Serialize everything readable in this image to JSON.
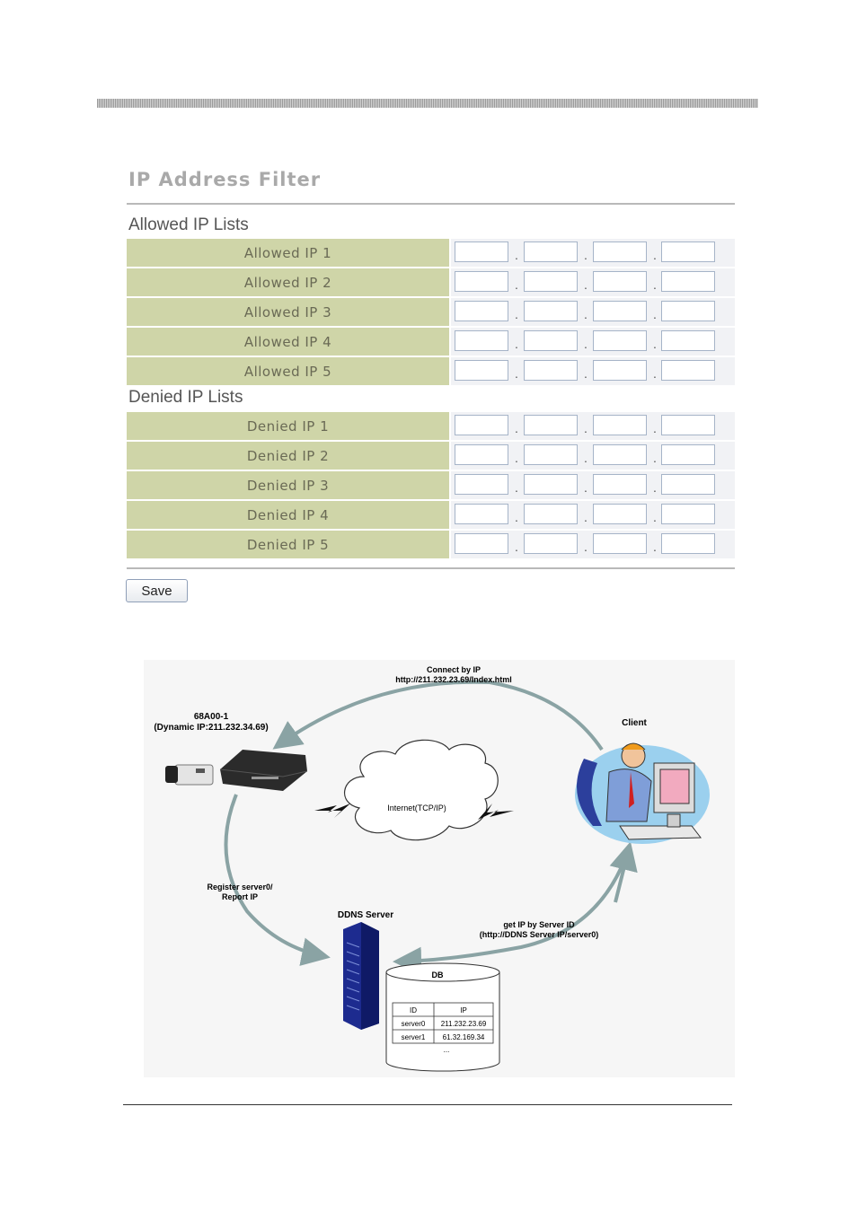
{
  "filter": {
    "title": "IP Address Filter",
    "allowed_title": "Allowed IP Lists",
    "allowed": [
      "Allowed IP 1",
      "Allowed IP 2",
      "Allowed IP 3",
      "Allowed IP 4",
      "Allowed IP 5"
    ],
    "denied_title": "Denied IP Lists",
    "denied": [
      "Denied IP 1",
      "Denied IP 2",
      "Denied IP 3",
      "Denied IP 4",
      "Denied IP 5"
    ],
    "separator": ".",
    "save_label": "Save"
  },
  "diagram": {
    "connect_line1": "Connect by IP",
    "connect_line2": "http://211.232.23.69/Index.html",
    "device_name": "68A00-1",
    "device_ip": "(Dynamic IP:211.232.34.69)",
    "client_label": "Client",
    "internet_label": "Internet(TCP/IP)",
    "register_line1": "Register server0/",
    "register_line2": "Report IP",
    "ddns_label": "DDNS Server",
    "getip_line1": "get IP by Server ID",
    "getip_line2": "(http://DDNS Server IP/server0)",
    "db_label": "DB",
    "db_headers": [
      "ID",
      "IP"
    ],
    "db_rows": [
      [
        "server0",
        "211.232.23.69"
      ],
      [
        "server1",
        "61.32.169.34"
      ]
    ],
    "db_more": "..."
  },
  "colors": {
    "label_bg": "#cfd5a8",
    "arrow": "#8aa3a4"
  }
}
